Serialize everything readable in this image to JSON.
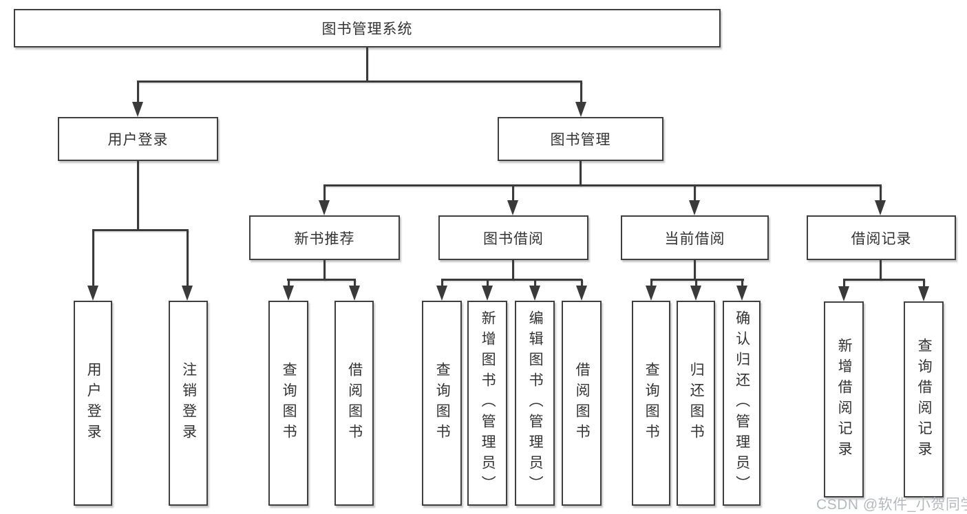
{
  "diagram": {
    "title": "图书管理系统",
    "branches": [
      {
        "label": "用户登录",
        "leaves": [
          "用户登录",
          "注销登录"
        ]
      },
      {
        "label": "图书管理",
        "groups": [
          {
            "label": "新书推荐",
            "leaves": [
              "查询图书",
              "借阅图书"
            ]
          },
          {
            "label": "图书借阅",
            "leaves": [
              "查询图书",
              "新增图书（管理员）",
              "编辑图书（管理员）",
              "借阅图书"
            ]
          },
          {
            "label": "当前借阅",
            "leaves": [
              "查询图书",
              "归还图书",
              "确认归还（管理员）"
            ]
          },
          {
            "label": "借阅记录",
            "leaves": [
              "新增借阅记录",
              "查询借阅记录"
            ]
          }
        ]
      }
    ]
  },
  "watermark": "CSDN @软件_小贺同学",
  "colors": {
    "line": "#3a3a3a",
    "border": "#3f3f3f",
    "text": "#333333",
    "watermark": "#b4b8bf",
    "background": "#ffffff"
  }
}
